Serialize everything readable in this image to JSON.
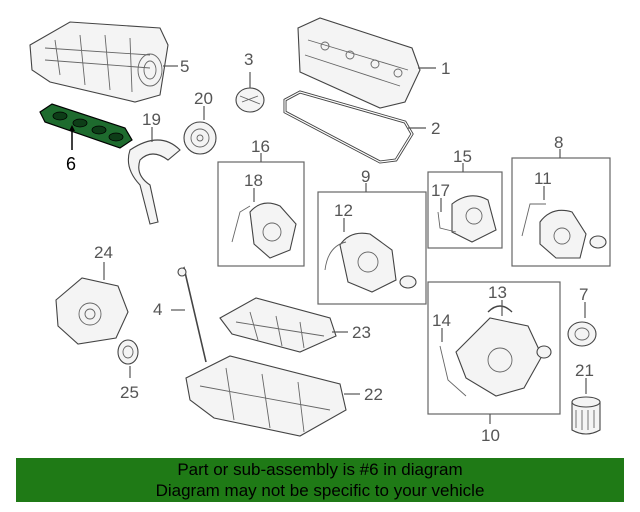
{
  "diagram": {
    "callouts": [
      "1",
      "2",
      "3",
      "4",
      "5",
      "6",
      "7",
      "8",
      "9",
      "10",
      "11",
      "12",
      "13",
      "14",
      "15",
      "16",
      "17",
      "18",
      "19",
      "20",
      "21",
      "22",
      "23",
      "24",
      "25"
    ],
    "highlighted_part": "6",
    "colors": {
      "highlight_fill": "#1e6b2e",
      "line": "#555555"
    }
  },
  "banner": {
    "line1": "Part or sub-assembly is #6 in diagram",
    "line2": "Diagram may not be specific to your vehicle",
    "background": "#1f7a16"
  }
}
